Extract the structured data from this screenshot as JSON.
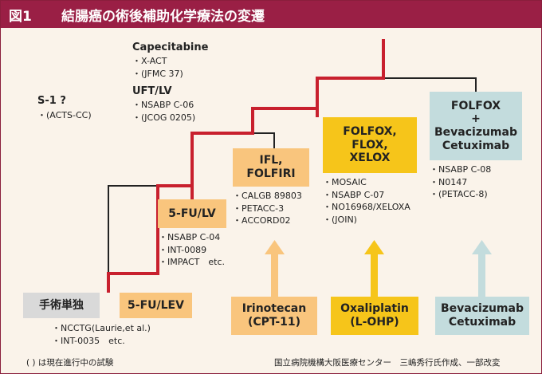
{
  "header": {
    "label": "図1",
    "title": "結腸癌の術後補助化学療法の変遷"
  },
  "groups": {
    "capecitabine": {
      "title": "Capecitabine",
      "trials": [
        "・X-ACT",
        "・(JFMC 37)"
      ]
    },
    "uft_lv": {
      "title": "UFT/LV",
      "trials": [
        "・NSABP C-06",
        "・(JCOG 0205)"
      ]
    },
    "s1": {
      "title": "S-1 ?",
      "trials": [
        "・(ACTS-CC)"
      ]
    }
  },
  "boxes": {
    "surgery": {
      "lines": [
        "手術単独"
      ],
      "trials": [
        "・NCCTG(Laurie,et al.)",
        "・INT-0035　etc."
      ]
    },
    "fu_lev": {
      "lines": [
        "5-FU/LEV"
      ],
      "trials": []
    },
    "fu_lv": {
      "lines": [
        "5-FU/LV"
      ],
      "trials": [
        "・NSABP C-04",
        "・INT-0089",
        "・IMPACT　etc."
      ]
    },
    "ifl": {
      "lines": [
        "IFL,",
        "FOLFIRI"
      ],
      "trials": [
        "・CALGB 89803",
        "・PETACC-3",
        "・ACCORD02"
      ]
    },
    "folfox": {
      "lines": [
        "FOLFOX,",
        "FLOX,",
        "XELOX"
      ],
      "trials": [
        "・MOSAIC",
        "・NSABP C-07",
        "・NO16968/XELOXA",
        "・(JOIN)"
      ]
    },
    "bev": {
      "lines": [
        "FOLFOX",
        "+",
        "Bevacizumab",
        "Cetuximab"
      ],
      "trials": [
        "・NSABP C-08",
        "・N0147",
        "・(PETACC-8)"
      ]
    }
  },
  "drugs": {
    "irinotecan": {
      "lines": [
        "Irinotecan",
        "(CPT-11)"
      ]
    },
    "oxaliplatin": {
      "lines": [
        "Oxaliplatin",
        "(L-OHP)"
      ]
    },
    "bevacizumab": {
      "lines": [
        "Bevacizumab",
        "Cetuximab"
      ]
    }
  },
  "footer": {
    "note": "(  ) は現在進行中の試験",
    "source": "国立病院機構大阪医療センター　三嶋秀行氏作成、一部改変"
  },
  "colors": {
    "header_bg": "#9a1f45",
    "background": "#faf3ea",
    "tree_red": "#c8202e",
    "tree_black": "#222222",
    "yellow": "#f6c51a",
    "orange": "#f9c57d",
    "teal": "#c3dcdd",
    "gray": "#d9d9d9"
  }
}
